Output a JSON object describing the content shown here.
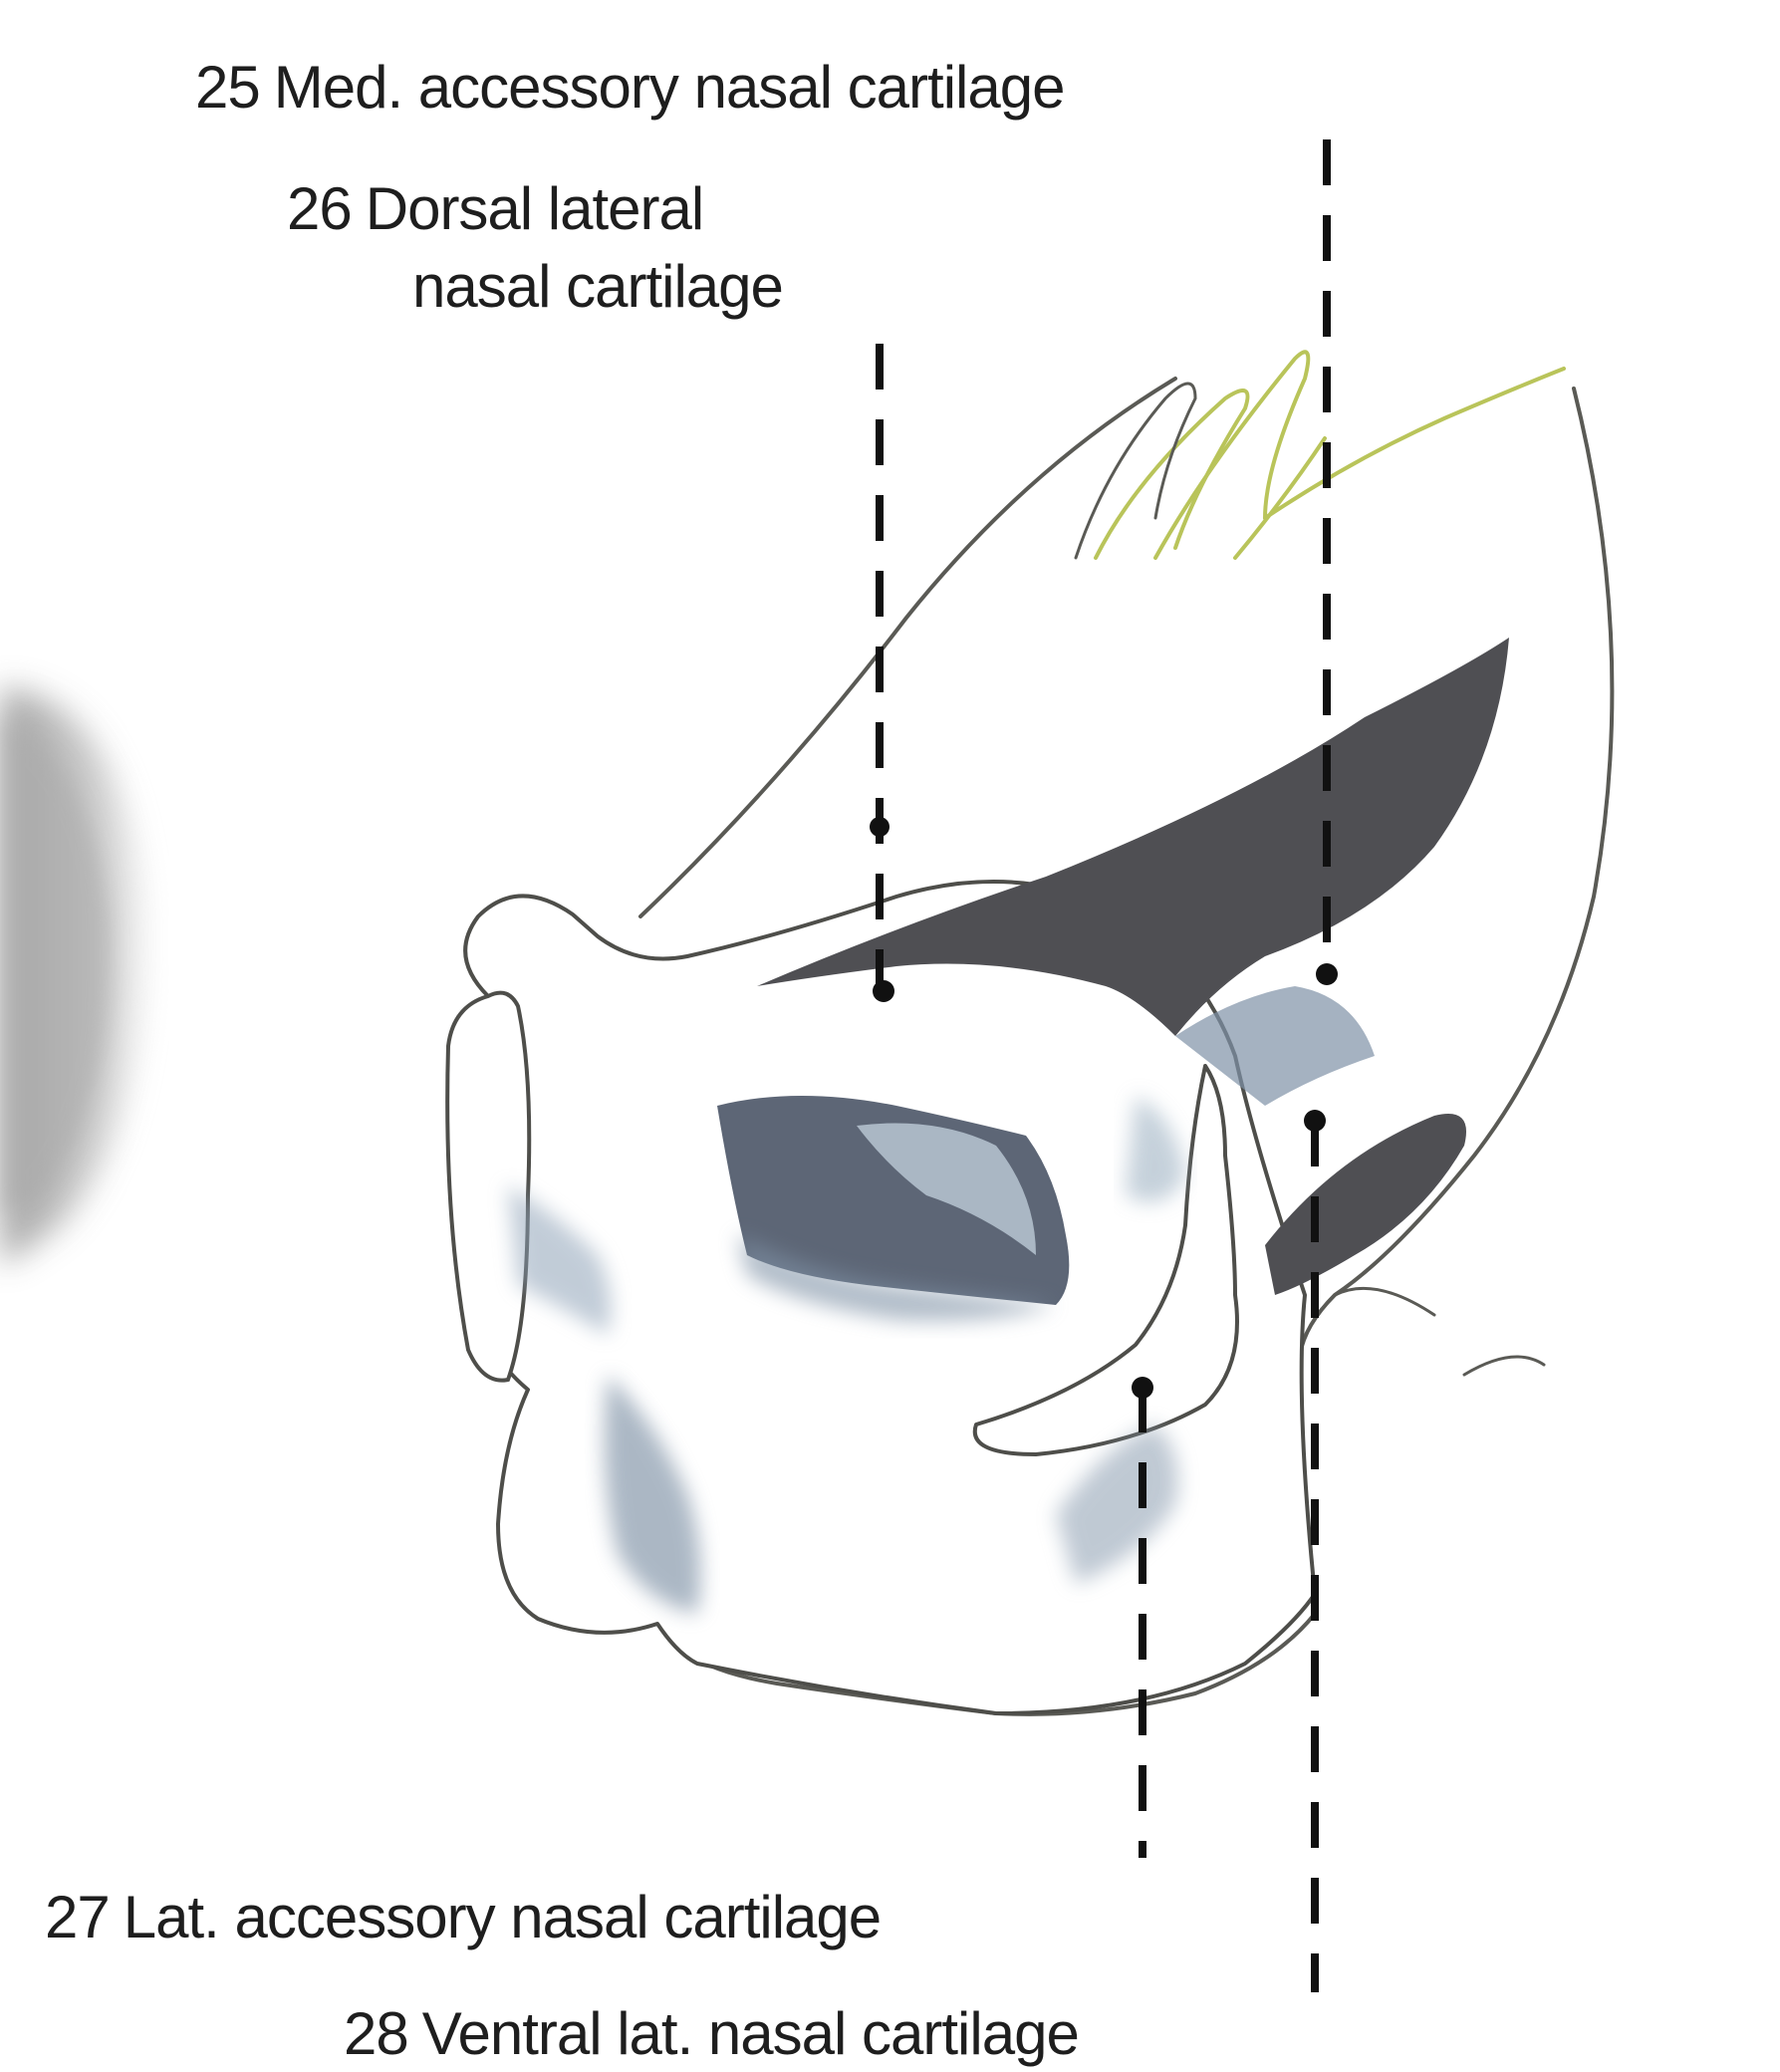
{
  "labels": [
    {
      "id": "25",
      "number": "25",
      "text": "Med. accessory nasal cartilage",
      "line2": ""
    },
    {
      "id": "26",
      "number": "26",
      "text": "Dorsal lateral",
      "line2": "nasal cartilage"
    },
    {
      "id": "27",
      "number": "27",
      "text": "Lat. accessory nasal cartilage",
      "line2": ""
    },
    {
      "id": "28",
      "number": "28",
      "text": "Ventral lat. nasal cartilage",
      "line2": ""
    }
  ],
  "colors": {
    "outline": "#5a5a55",
    "dark_shading": "#4f4f53",
    "blue_shading": "#7f92a6",
    "light_blue": "#b7c6d2",
    "fur": "#b9b9b9",
    "yellow_green_lines": "#b9c45a",
    "leader_lines": "#111111"
  }
}
